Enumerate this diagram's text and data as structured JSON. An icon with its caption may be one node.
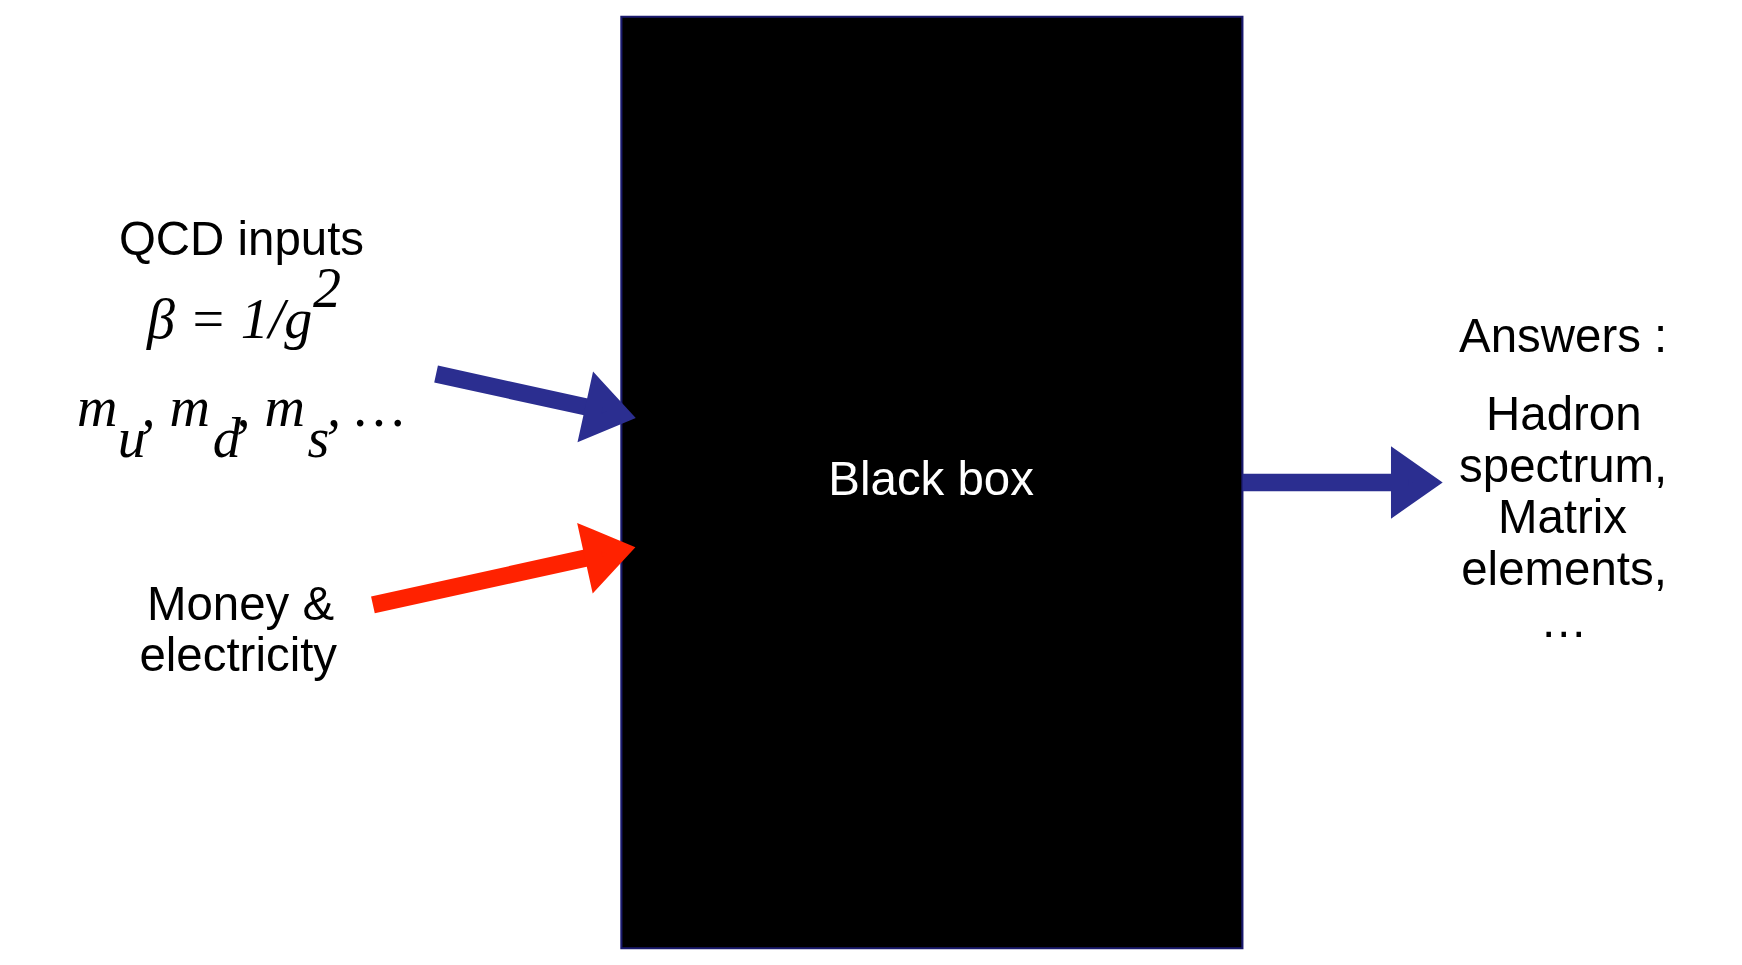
{
  "diagram": {
    "nodes": [
      {
        "text": [
          "QCD inputs",
          "β = 1/g$^{2}$",
          "m$_{u}$, m$_{d}$, m$_{s}$, …"
        ]
      },
      {
        "text": [
          "Money & electricity"
        ]
      },
      {
        "text": [
          "Black box"
        ]
      },
      {
        "text": [
          "Answers :",
          "Hadron spectrum, Matrix elements, …"
        ]
      }
    ],
    "edges": [
      {
        "from": 0,
        "to": 2,
        "arrow": "to"
      },
      {
        "from": 1,
        "to": 2,
        "arrow": "to",
        "color": "#ff2200"
      },
      {
        "from": 2,
        "to": 3,
        "arrow": "to"
      }
    ]
  }
}
